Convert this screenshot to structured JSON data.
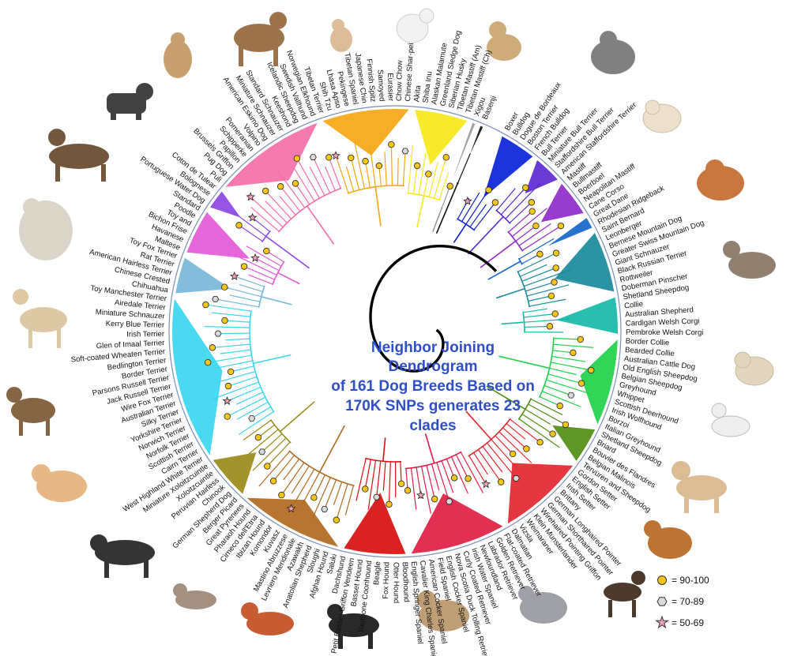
{
  "title_lines": [
    "Neighbor Joining",
    "Dendrogram",
    "of 161 Dog Breeds Based on",
    "170K SNPs generates 23",
    "clades"
  ],
  "legend": [
    {
      "label": "= 90-100",
      "marker": "circle",
      "color": "#f5c518"
    },
    {
      "label": "= 70-89",
      "marker": "hexagon",
      "color": "#d9d9d9"
    },
    {
      "label": "= 50-69",
      "marker": "star",
      "color": "#f4a3b7"
    }
  ],
  "colors": {
    "title": "#2f4fc8",
    "node_high": "#f5c518",
    "node_mid": "#d9d9d9",
    "node_low": "#f4a3b7"
  },
  "clades": [
    {
      "color": "#0a22d8",
      "breeds": [
        "Boxer",
        "Bulldog",
        "Dogue de Bordeaux",
        "Boston Terrier",
        "French Bulldog"
      ]
    },
    {
      "color": "#5a2ad0",
      "breeds": [
        "Bull Terrier",
        "Miniature Bull Terrier",
        "Staffordshire Bull Terrier",
        "American Staffordshire Terrier"
      ]
    },
    {
      "color": "#8e2bc9",
      "breeds": [
        "Mastiff",
        "Bullmastiff",
        "Boerboel",
        "Neapolitan Mastiff",
        "Cane Corso"
      ]
    },
    {
      "color": "#1466c8",
      "breeds": [
        "Great Dane",
        "Rhodesian Ridgeback"
      ]
    },
    {
      "color": "#1a8a9a",
      "breeds": [
        "Saint Bernard",
        "Leonberger",
        "Bernese Mountain Dog",
        "Greater Swiss Mountain Dog",
        "Giant Schnauzer",
        "Black Russian Terrier",
        "Rottweiler",
        "Doberman Pinscher"
      ]
    },
    {
      "color": "#17b8a6",
      "breeds": [
        "Shetland Sheepdog",
        "Collie",
        "Australian Shepherd",
        "Cardigan Welsh Corgi",
        "Pembroke Welsh Corgi"
      ]
    },
    {
      "color": "#22d14a",
      "breeds": [
        "Border Collie",
        "Bearded Collie",
        "Australian Cattle Dog",
        "Old English Sheepdog",
        "Belgian Sheepdog",
        "Greyhound",
        "Whippet",
        "Scottish Deerhound",
        "Irish Wolfhound",
        "Borzoi",
        "Italian Greyhound"
      ]
    },
    {
      "color": "#4f8e12",
      "breeds": [
        "Shetland Sheepdog",
        "Briard",
        "Bouvier des Flandres",
        "Belgian Malinois",
        "Tervuren and Sheepdog"
      ]
    },
    {
      "color": "#e3262f",
      "breeds": [
        "Gordon Setter",
        "English Setter",
        "Irish Setter",
        "Brittany",
        "German Longhaired Pointer",
        "German Shorthaired Pointer",
        "Wirehaired Pointing Griffon",
        "Klein Munsterlander",
        "Weimaraner",
        "Vizsla",
        "Dalmatian"
      ]
    },
    {
      "color": "#e01e44",
      "breeds": [
        "Flat-coated Retriever",
        "Golden Retriever",
        "Labrador Retriever",
        "Newfoundland",
        "Irish Water Spaniel",
        "Curly Coated Retriever",
        "Nova Scotia Duck Tolling Retriever",
        "English Cocker Spaniel",
        "Field Spaniel",
        "American Cocker Spaniel",
        "Cavalier King Charles Spaniel",
        "English Springer Spaniel"
      ]
    },
    {
      "color": "#d80f0f",
      "breeds": [
        "Bloodhound",
        "Otter Hound",
        "Fox Hound",
        "Beagle",
        "Redbone Coonhound",
        "Basset Hound",
        "Petit Basset Griffon Vendeen",
        "Dachshund"
      ]
    },
    {
      "color": "#b06a20",
      "breeds": [
        "Saluki",
        "Afghan Hound",
        "Sloughi",
        "Anatolian Shepherd",
        "Azawakh",
        "Levriero Meridionale",
        "Mastino Abruzzese",
        "Kuvasz",
        "Komondor",
        "Ibizan Hound",
        "Cirneco dell'Etna",
        "Pharaoh Hound",
        "Great Pyrenees"
      ]
    },
    {
      "color": "#9a8a1a",
      "breeds": [
        "Berger Picard",
        "German Shepherd Dog",
        "Chinook",
        "Peruvian Hairless",
        "Xoloitzcuintle",
        "Miniature Xoloitzcuintle"
      ]
    },
    {
      "color": "#3ad6ef",
      "breeds": [
        "West Highland White Terrier",
        "Cairn Terrier",
        "Scottish Terrier",
        "Norfolk Terrier",
        "Norwich Terrier",
        "Yorkshire Terrier",
        "Silky Terrier",
        "Australian Terrier",
        "Wire Fox Terrier",
        "Jack Russell Terrier",
        "Parsons Russell Terrier",
        "Border Terrier",
        "Bedlington Terrier",
        "Soft-coated Wheaten Terrier",
        "Glen of Imaal Terrier",
        "Irish Terrier",
        "Kerry Blue Terrier",
        "Miniature Schnauzer",
        "Airedale Terrier",
        "Toy Manchester Terrier"
      ]
    },
    {
      "color": "#77b8d8",
      "breeds": [
        "Chihuahua",
        "Chinese Crested",
        "American Hairless Terrier",
        "Rat Terrier",
        "Toy Fox Terrier"
      ]
    },
    {
      "color": "#e45ad7",
      "breeds": [
        "Maltese",
        "Havanese",
        "Bichon Frise",
        "Toy and",
        "Poodle",
        "Standard"
      ]
    },
    {
      "color": "#8d46e0",
      "breeds": [
        "Portuguese Water Dog",
        "Bolognese",
        "Coton de Tulear"
      ]
    },
    {
      "color": "#f36fa9",
      "breeds": [
        "Puli",
        "Pug Dog",
        "Brussels Griffon",
        "Papillon",
        "Schipperke",
        "Pomeranian",
        "Volpino",
        "American Eskimo Dog",
        "Miniature Schnauzer",
        "Standard Schnauzer",
        "Keeshond",
        "Icelandic Sheepdog",
        "Swedish Vallhund",
        "Norwegian Elkhound"
      ]
    },
    {
      "color": "#f6a614",
      "breeds": [
        "Tibetan Terrier",
        "Shih Tzu",
        "Lhasa Apso",
        "Pekingese",
        "Tibetan Spaniel",
        "Japanese Chin",
        "Finnish Spitz",
        "Samoyed",
        "Eurasier",
        "Chow Chow",
        "Chinese Shar-pei"
      ]
    },
    {
      "color": "#f6e81a",
      "breeds": [
        "Akita",
        "Shiba Inu",
        "Alaskan Malamute",
        "Greenland Sledge Dog",
        "Siberian Husky",
        "Tibetan Mastiff (Am)",
        "Tibetan Mastiff (Ch)"
      ]
    },
    {
      "color": "#9a9a9a",
      "breeds": [
        "Xigou"
      ]
    },
    {
      "color": "#111111",
      "breeds": [
        "Basenji"
      ]
    }
  ]
}
